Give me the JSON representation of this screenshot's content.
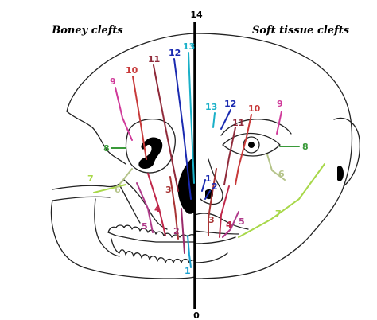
{
  "titles": {
    "left": "Boney clefts",
    "right": "Soft tissue clefts"
  },
  "axis": {
    "top": "14",
    "bottom": "0"
  },
  "colors": {
    "c1": "#1aa0d0",
    "c2": "#9a2a6a",
    "c3": "#a83434",
    "c4": "#c0284a",
    "c5": "#b03a8a",
    "c6": "#b5c48a",
    "c7": "#a8d84a",
    "c8": "#3a9a3a",
    "c9": "#d03a9a",
    "c10": "#c83a3a",
    "c11": "#902a3a",
    "c12": "#1a2ab0",
    "c13": "#1ab0c8",
    "line": "#000000"
  },
  "left_labels": [
    {
      "id": "1",
      "text": "1",
      "color": "c1"
    },
    {
      "id": "2",
      "text": "2",
      "color": "c2"
    },
    {
      "id": "3",
      "text": "3",
      "color": "c3"
    },
    {
      "id": "4",
      "text": "4",
      "color": "c4"
    },
    {
      "id": "5",
      "text": "5",
      "color": "c5"
    },
    {
      "id": "6",
      "text": "6",
      "color": "c6"
    },
    {
      "id": "7",
      "text": "7",
      "color": "c7"
    },
    {
      "id": "8",
      "text": "8",
      "color": "c8"
    },
    {
      "id": "9",
      "text": "9",
      "color": "c9"
    },
    {
      "id": "10",
      "text": "10",
      "color": "c10"
    },
    {
      "id": "11",
      "text": "11",
      "color": "c11"
    },
    {
      "id": "12",
      "text": "12",
      "color": "c12"
    },
    {
      "id": "13",
      "text": "13",
      "color": "c13"
    }
  ],
  "right_labels": [
    {
      "id": "1",
      "text": "1",
      "color": "c12"
    },
    {
      "id": "2",
      "text": "2",
      "color": "c12"
    },
    {
      "id": "3",
      "text": "3",
      "color": "c3"
    },
    {
      "id": "4",
      "text": "4",
      "color": "c4"
    },
    {
      "id": "5",
      "text": "5",
      "color": "c5"
    },
    {
      "id": "6",
      "text": "6",
      "color": "c6"
    },
    {
      "id": "7",
      "text": "7",
      "color": "c7"
    },
    {
      "id": "8",
      "text": "8",
      "color": "c8"
    },
    {
      "id": "9",
      "text": "9",
      "color": "c9"
    },
    {
      "id": "10",
      "text": "10",
      "color": "c10"
    },
    {
      "id": "11",
      "text": "11",
      "color": "c11"
    },
    {
      "id": "12",
      "text": "12",
      "color": "c12"
    },
    {
      "id": "13",
      "text": "13",
      "color": "c13"
    }
  ]
}
